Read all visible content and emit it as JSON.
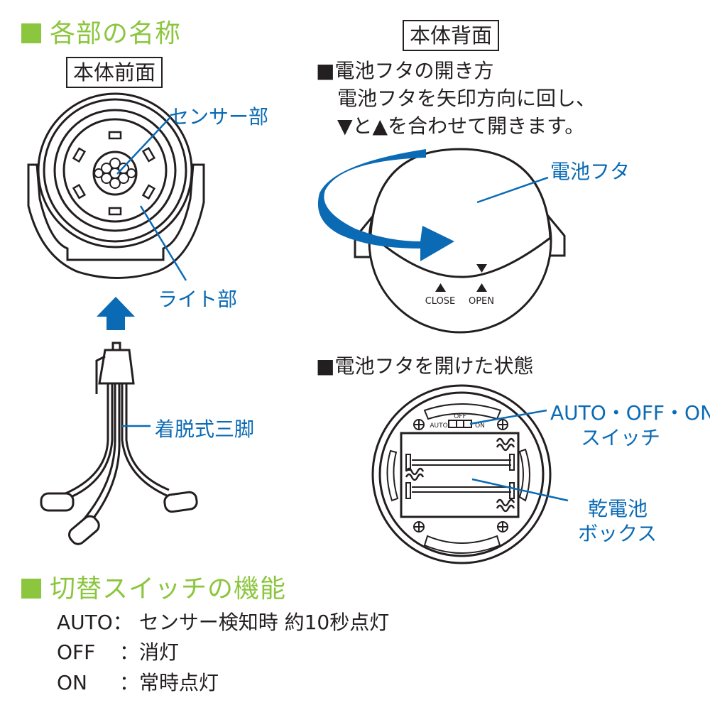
{
  "section_names": {
    "title": "各部の名称"
  },
  "front": {
    "label": "本体前面",
    "sensor_label": "センサー部",
    "light_label": "ライト部"
  },
  "tripod": {
    "label": "着脱式三脚"
  },
  "back": {
    "label": "本体背面",
    "open_heading": "■電池フタの開き方",
    "open_line1": "電池フタを矢印方向に回し、",
    "open_line2": "▼と▲を合わせて開きます。",
    "cover_label": "電池フタ",
    "close_mark": "CLOSE",
    "open_mark": "OPEN",
    "opened_heading": "■電池フタを開けた状態",
    "switch_label_1": "AUTO・OFF・ON",
    "switch_label_2": "スイッチ",
    "switch_off": "OFF",
    "switch_auto": "AUTO",
    "switch_on": "ON",
    "battery_label_1": "乾電池",
    "battery_label_2": "ボックス"
  },
  "switch_functions": {
    "title": "切替スイッチの機能",
    "items": [
      {
        "mode": "AUTO",
        "sep": "：",
        "desc": "センサー検知時  約10秒点灯"
      },
      {
        "mode": "OFF",
        "sep": "：",
        "desc": "消灯"
      },
      {
        "mode": "ON",
        "sep": "：",
        "desc": "常時点灯"
      }
    ]
  },
  "colors": {
    "accent_green": "#8cc63f",
    "accent_blue": "#0a6ab4",
    "ink": "#231f20"
  }
}
